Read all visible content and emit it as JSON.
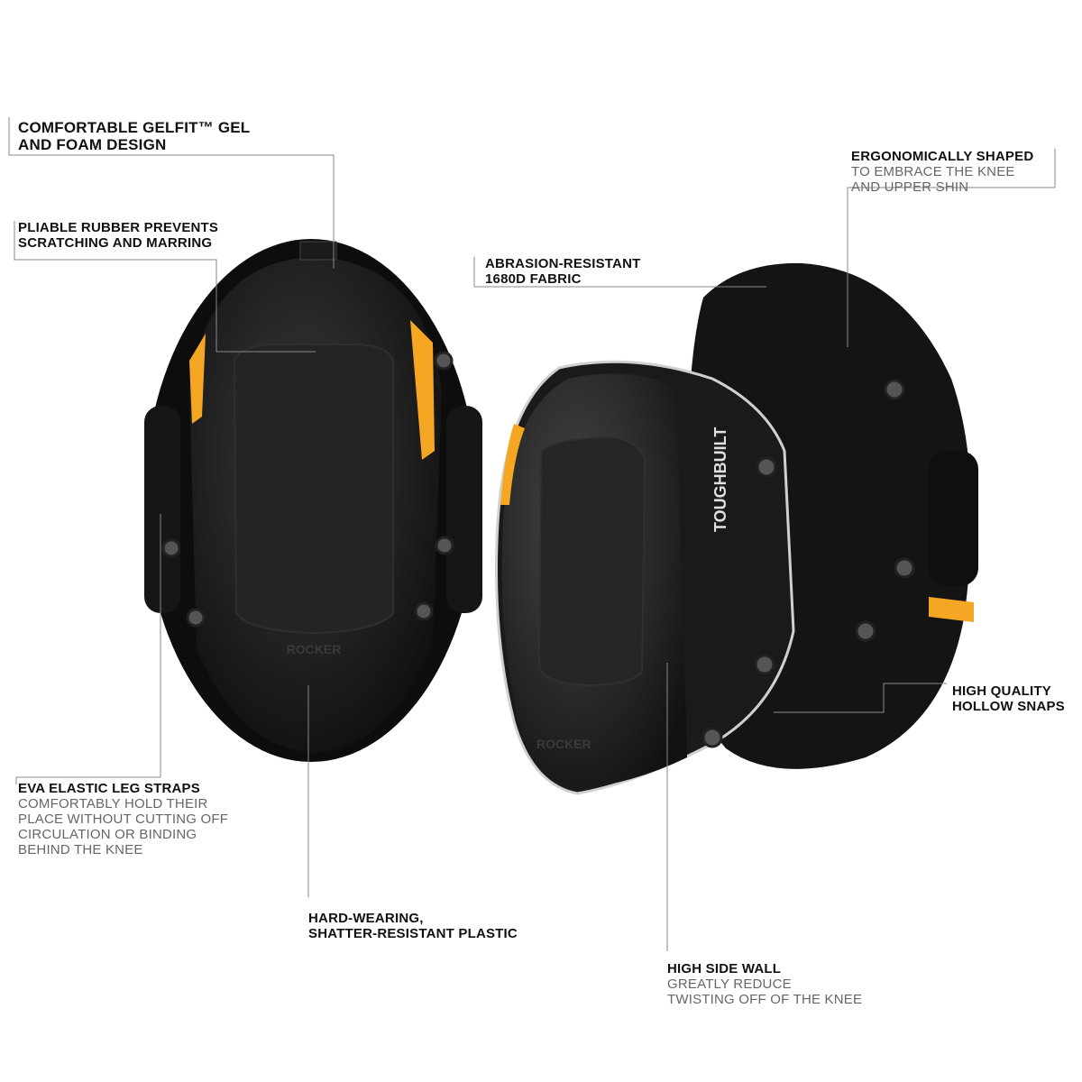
{
  "callouts": {
    "gelfit": {
      "head_lines": [
        "Comfortable GELFIT™ gel",
        "and foam design"
      ],
      "sub_lines": []
    },
    "rubber": {
      "head_lines": [
        "Pliable rubber prevents",
        "scratching and marring"
      ],
      "sub_lines": []
    },
    "fabric": {
      "head_lines": [
        "Abrasion-resistant",
        "1680D fabric"
      ],
      "sub_lines": []
    },
    "ergonomic": {
      "head_lines": [
        "Ergonomically shaped"
      ],
      "sub_lines": [
        "to embrace the knee",
        "and upper shin"
      ]
    },
    "snaps": {
      "head_lines": [
        "High quality",
        "hollow snaps"
      ],
      "sub_lines": []
    },
    "straps": {
      "head_lines": [
        "EVA elastic leg straps"
      ],
      "sub_lines": [
        "comfortably hold their",
        "place without cutting off",
        "circulation or binding",
        "behind the knee"
      ]
    },
    "plastic": {
      "head_lines": [
        "Hard-wearing,",
        "shatter-resistant plastic"
      ],
      "sub_lines": []
    },
    "sidewall": {
      "head_lines": [
        "High side wall"
      ],
      "sub_lines": [
        "greatly reduce",
        "twisting off of the knee"
      ]
    }
  },
  "product": {
    "brand": "TOUGHBUILT",
    "model": "ROCKER",
    "brand_logo_mark": "TOUGHBUILT"
  },
  "colors": {
    "accent_orange": "#f5a623",
    "pad_black": "#1b1b1b",
    "leader_line": "#8a8a8a"
  }
}
